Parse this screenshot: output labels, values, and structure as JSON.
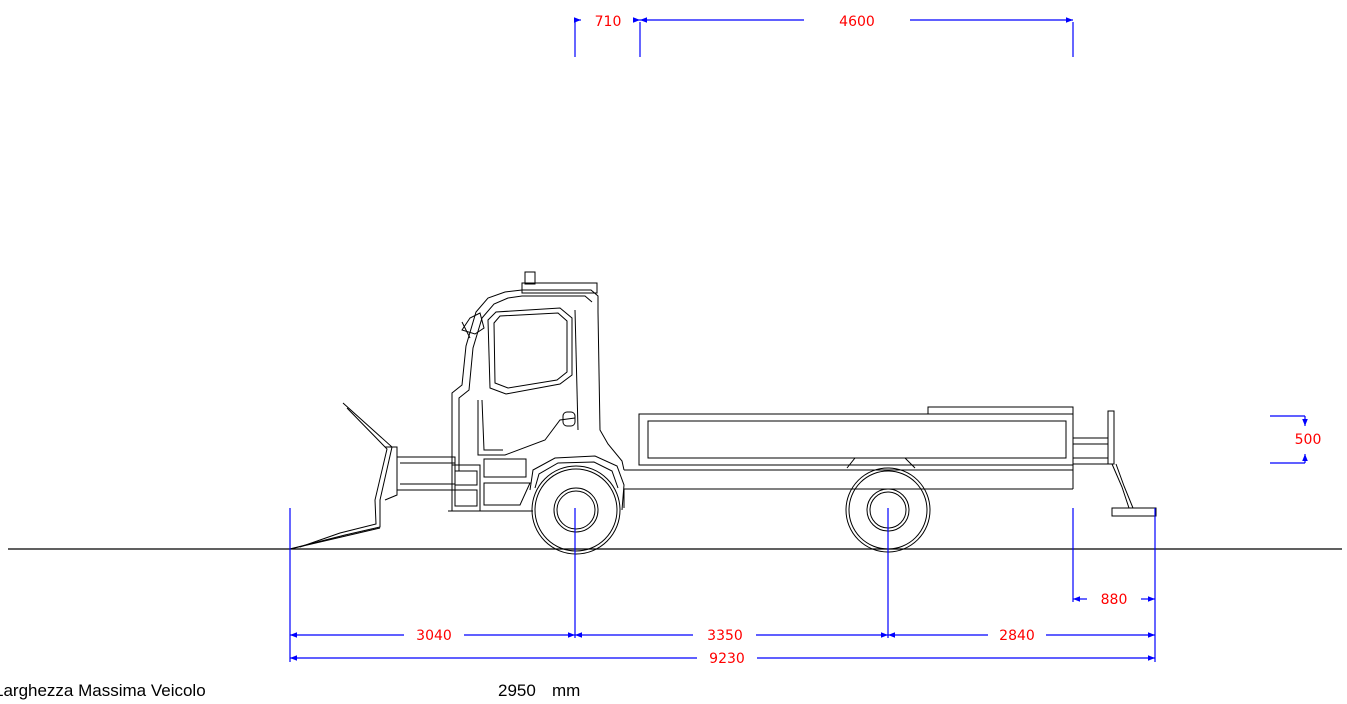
{
  "dimensions": {
    "top_left": "710",
    "top_right": "4600",
    "overhang_front": "3040",
    "wheelbase": "3350",
    "overhang_rear": "2840",
    "total_length": "9230",
    "rear_tool": "880",
    "height_small": "500"
  },
  "footer": {
    "label": "Larghezza Massima Veicolo",
    "value": "2950",
    "unit": "mm"
  },
  "colors": {
    "dimension_lines": "#0000ff",
    "dimension_text": "#ff0000",
    "outline": "#000000"
  }
}
